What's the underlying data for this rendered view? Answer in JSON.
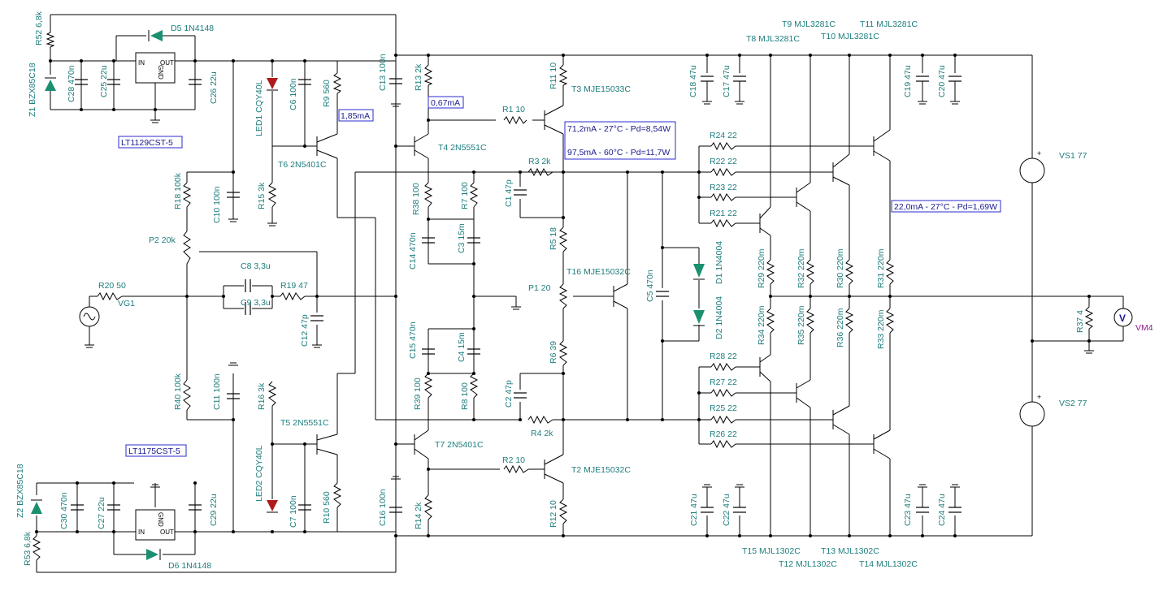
{
  "labels": {
    "r52": "R52 6,8k",
    "z1": "Z1 BZX85C18",
    "c28": "C28 470n",
    "c25": "C25 22u",
    "d5": "D5 1N4148",
    "c26": "C26 22u",
    "u1": "LT1129CST-5",
    "led1": "LED1 CQY40L",
    "c6": "C6 100n",
    "r9": "R9 560",
    "i1": "1,85mA",
    "t6": "T6 2N5401C",
    "r18": "R18 100k",
    "c10": "C10 100n",
    "r15": "R15 3k",
    "p2": "P2 20k",
    "r20": "R20 50",
    "vg1": "VG1",
    "c8": "C8 3,3u",
    "c9": "C9 3,3u",
    "r19": "R19 47",
    "c12": "C12 47p",
    "r40": "R40 100k",
    "c11": "C11 100n",
    "r16": "R16 3k",
    "led2": "LED2 CQY40L",
    "t5": "T5 2N5551C",
    "u2": "LT1175CST-5",
    "z2": "Z2 BZX85C18",
    "c30": "C30 470n",
    "c27": "C27 22u",
    "c29": "C29 22u",
    "d6": "D6 1N4148",
    "r53": "R53 6,8k",
    "c7": "C7 100n",
    "r10": "R10 560",
    "c13": "C13 100n",
    "r13": "R13 2k",
    "i2": "0,67mA",
    "r11": "R11 10",
    "t3": "T3 MJE15033C",
    "r1": "R1 10",
    "i3a": "71,2mA - 27°C - Pd=8,54W",
    "i3b": "97,5mA - 60°C - Pd=11,7W",
    "t4": "T4 2N5551C",
    "r3": "R3 2k",
    "c1": "C1 47p",
    "r38": "R38 100",
    "r7": "R7 100",
    "c14": "C14 470n",
    "c3": "C3 15m",
    "r5": "R5 18",
    "p1": "P1 20",
    "t16": "T16 MJE15032C",
    "c15": "C15 470n",
    "c4": "C4 15m",
    "r6": "R6 39",
    "r39": "R39 100",
    "r8": "R8 100",
    "c2": "C2 47p",
    "r4": "R4 2k",
    "t7": "T7 2N5401C",
    "r2": "R2 10",
    "t2": "T2 MJE15032C",
    "c16": "C16 100n",
    "r14": "R14 2k",
    "r12": "R12 10",
    "c18": "C18 47u",
    "c17": "C17 47u",
    "t8": "T8 MJL3281C",
    "t9": "T9 MJL3281C",
    "t10": "T10 MJL3281C",
    "t11": "T11 MJL3281C",
    "c19": "C19 47u",
    "c20": "C20 47u",
    "r24": "R24 22",
    "r22": "R22 22",
    "r23": "R23 22",
    "r21": "R21 22",
    "i4": "22,0mA - 27°C - Pd=1,69W",
    "c5": "C5 470n",
    "d1": "D1 1N4004",
    "d2": "D2 1N4004",
    "r29": "R29 220m",
    "r32": "R32 220m",
    "r30": "R30 220m",
    "r31": "R31 220m",
    "r34": "R34 220m",
    "r35": "R35 220m",
    "r36": "R36 220m",
    "r33": "R33 220m",
    "r28": "R28 22",
    "r27": "R27 22",
    "r25": "R25 22",
    "r26": "R26 22",
    "vs1": "VS1 77",
    "vs2": "VS2 77",
    "r37": "R37 4",
    "vm4": "VM4",
    "c21": "C21 47u",
    "c22": "C22 47u",
    "c23": "C23 47u",
    "c24": "C24 47u",
    "t15": "T15 MJL1302C",
    "t12": "T12 MJL1302C",
    "t13": "T13 MJL1302C",
    "t14": "T14 MJL1302C",
    "in": "IN",
    "out": "OUT",
    "gnd": "GND",
    "vmeter": "V",
    "plus": "+"
  },
  "colors": {
    "label": "#1e7d7d",
    "annotation": "#1a1a8c",
    "diode": "#1a9070",
    "led": "#b01a1a",
    "meter": "#8b1a8b"
  }
}
